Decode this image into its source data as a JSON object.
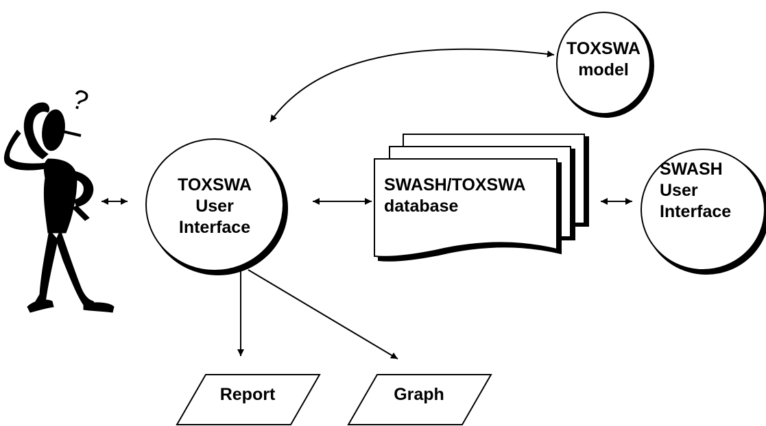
{
  "nodes": {
    "toxswa_model": {
      "label": "TOXSWA\nmodel"
    },
    "toxswa_ui": {
      "label": "TOXSWA\nUser\nInterface"
    },
    "database": {
      "label": "SWASH/TOXSWA\ndatabase"
    },
    "swash_ui": {
      "label": "SWASH\nUser\nInterface"
    },
    "report": {
      "label": "Report"
    },
    "graph": {
      "label": "Graph"
    }
  },
  "figure": {
    "question_mark": "?"
  }
}
